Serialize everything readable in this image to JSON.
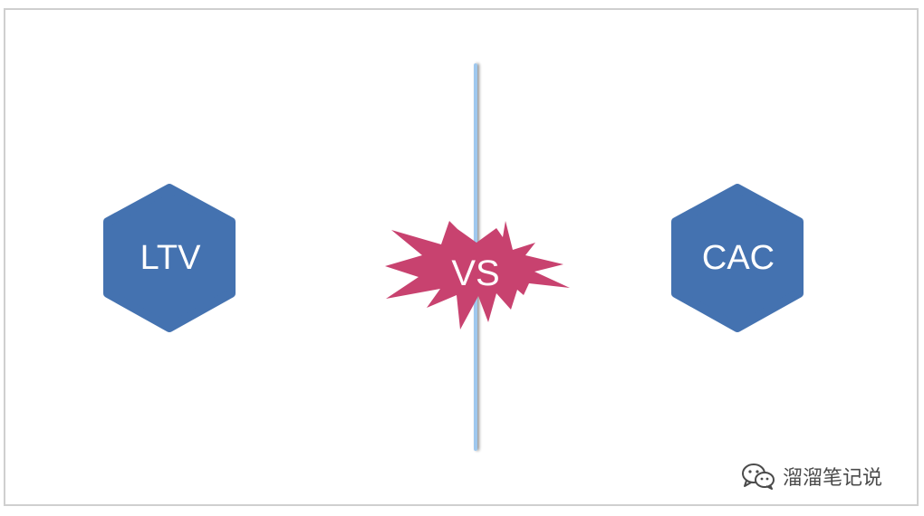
{
  "diagram": {
    "left_node": {
      "label": "LTV"
    },
    "center_badge": {
      "label": "VS"
    },
    "right_node": {
      "label": "CAC"
    }
  },
  "watermark": {
    "icon": "wechat-icon",
    "text": "溜溜笔记说"
  },
  "colors": {
    "hexagon": "#4472b0",
    "burst": "#c8426f",
    "divider": "#9fc8ee",
    "frame_border": "#cfcfcf"
  }
}
